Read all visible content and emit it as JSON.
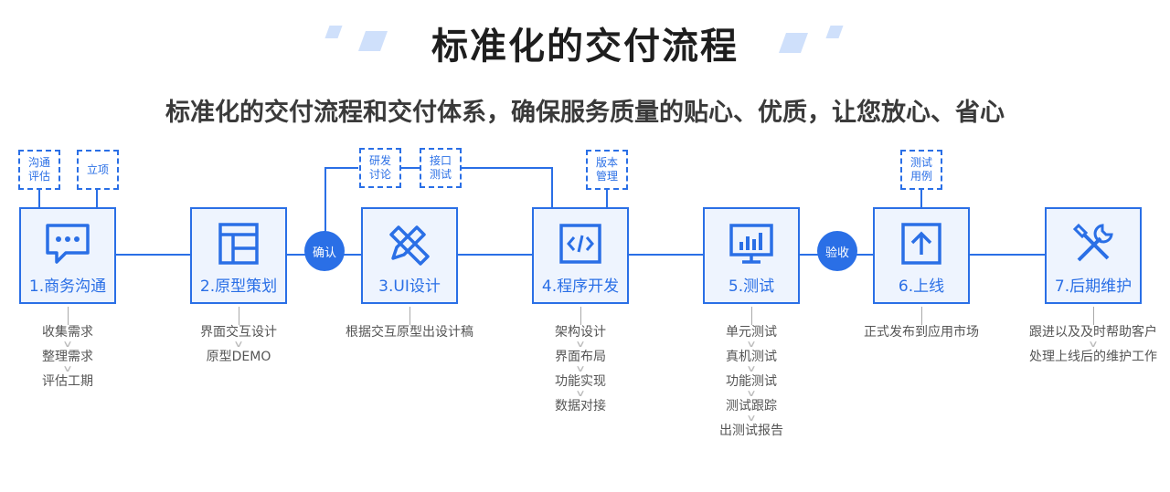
{
  "title": "标准化的交付流程",
  "subtitle": "标准化的交付流程和交付体系，确保服务质量的贴心、优质，让您放心、省心",
  "colors": {
    "accent": "#2a6fe6",
    "box_fill": "#eef4fe",
    "deco": "#cfe0fb"
  },
  "steps": [
    {
      "label": "1.商务沟通",
      "icon": "chat-bubble-icon",
      "tags": [
        "沟通评估",
        "立项"
      ],
      "details": [
        "收集需求",
        "整理需求",
        "评估工期"
      ]
    },
    {
      "label": "2.原型策划",
      "icon": "layout-icon",
      "tags": [],
      "details": [
        "界面交互设计",
        "原型DEMO"
      ]
    },
    {
      "label": "3.UI设计",
      "icon": "pencil-ruler-icon",
      "tags": [
        "研发讨论",
        "接口测试"
      ],
      "details": [
        "根据交互原型出设计稿"
      ]
    },
    {
      "label": "4.程序开发",
      "icon": "code-icon",
      "tags": [
        "版本管理"
      ],
      "details": [
        "架构设计",
        "界面布局",
        "功能实现",
        "数据对接"
      ]
    },
    {
      "label": "5.测试",
      "icon": "monitor-chart-icon",
      "tags": [],
      "details": [
        "单元测试",
        "真机测试",
        "功能测试",
        "测试跟踪",
        "出测试报告"
      ]
    },
    {
      "label": "6.上线",
      "icon": "upload-arrow-icon",
      "tags": [
        "测试用例"
      ],
      "details": [
        "正式发布到应用市场"
      ]
    },
    {
      "label": "7.后期维护",
      "icon": "tools-icon",
      "tags": [],
      "details": [
        "跟进以及及时帮助客户",
        "处理上线后的维护工作"
      ]
    }
  ],
  "nodes": [
    "确认",
    "验收"
  ],
  "separator_glyph": "∨"
}
